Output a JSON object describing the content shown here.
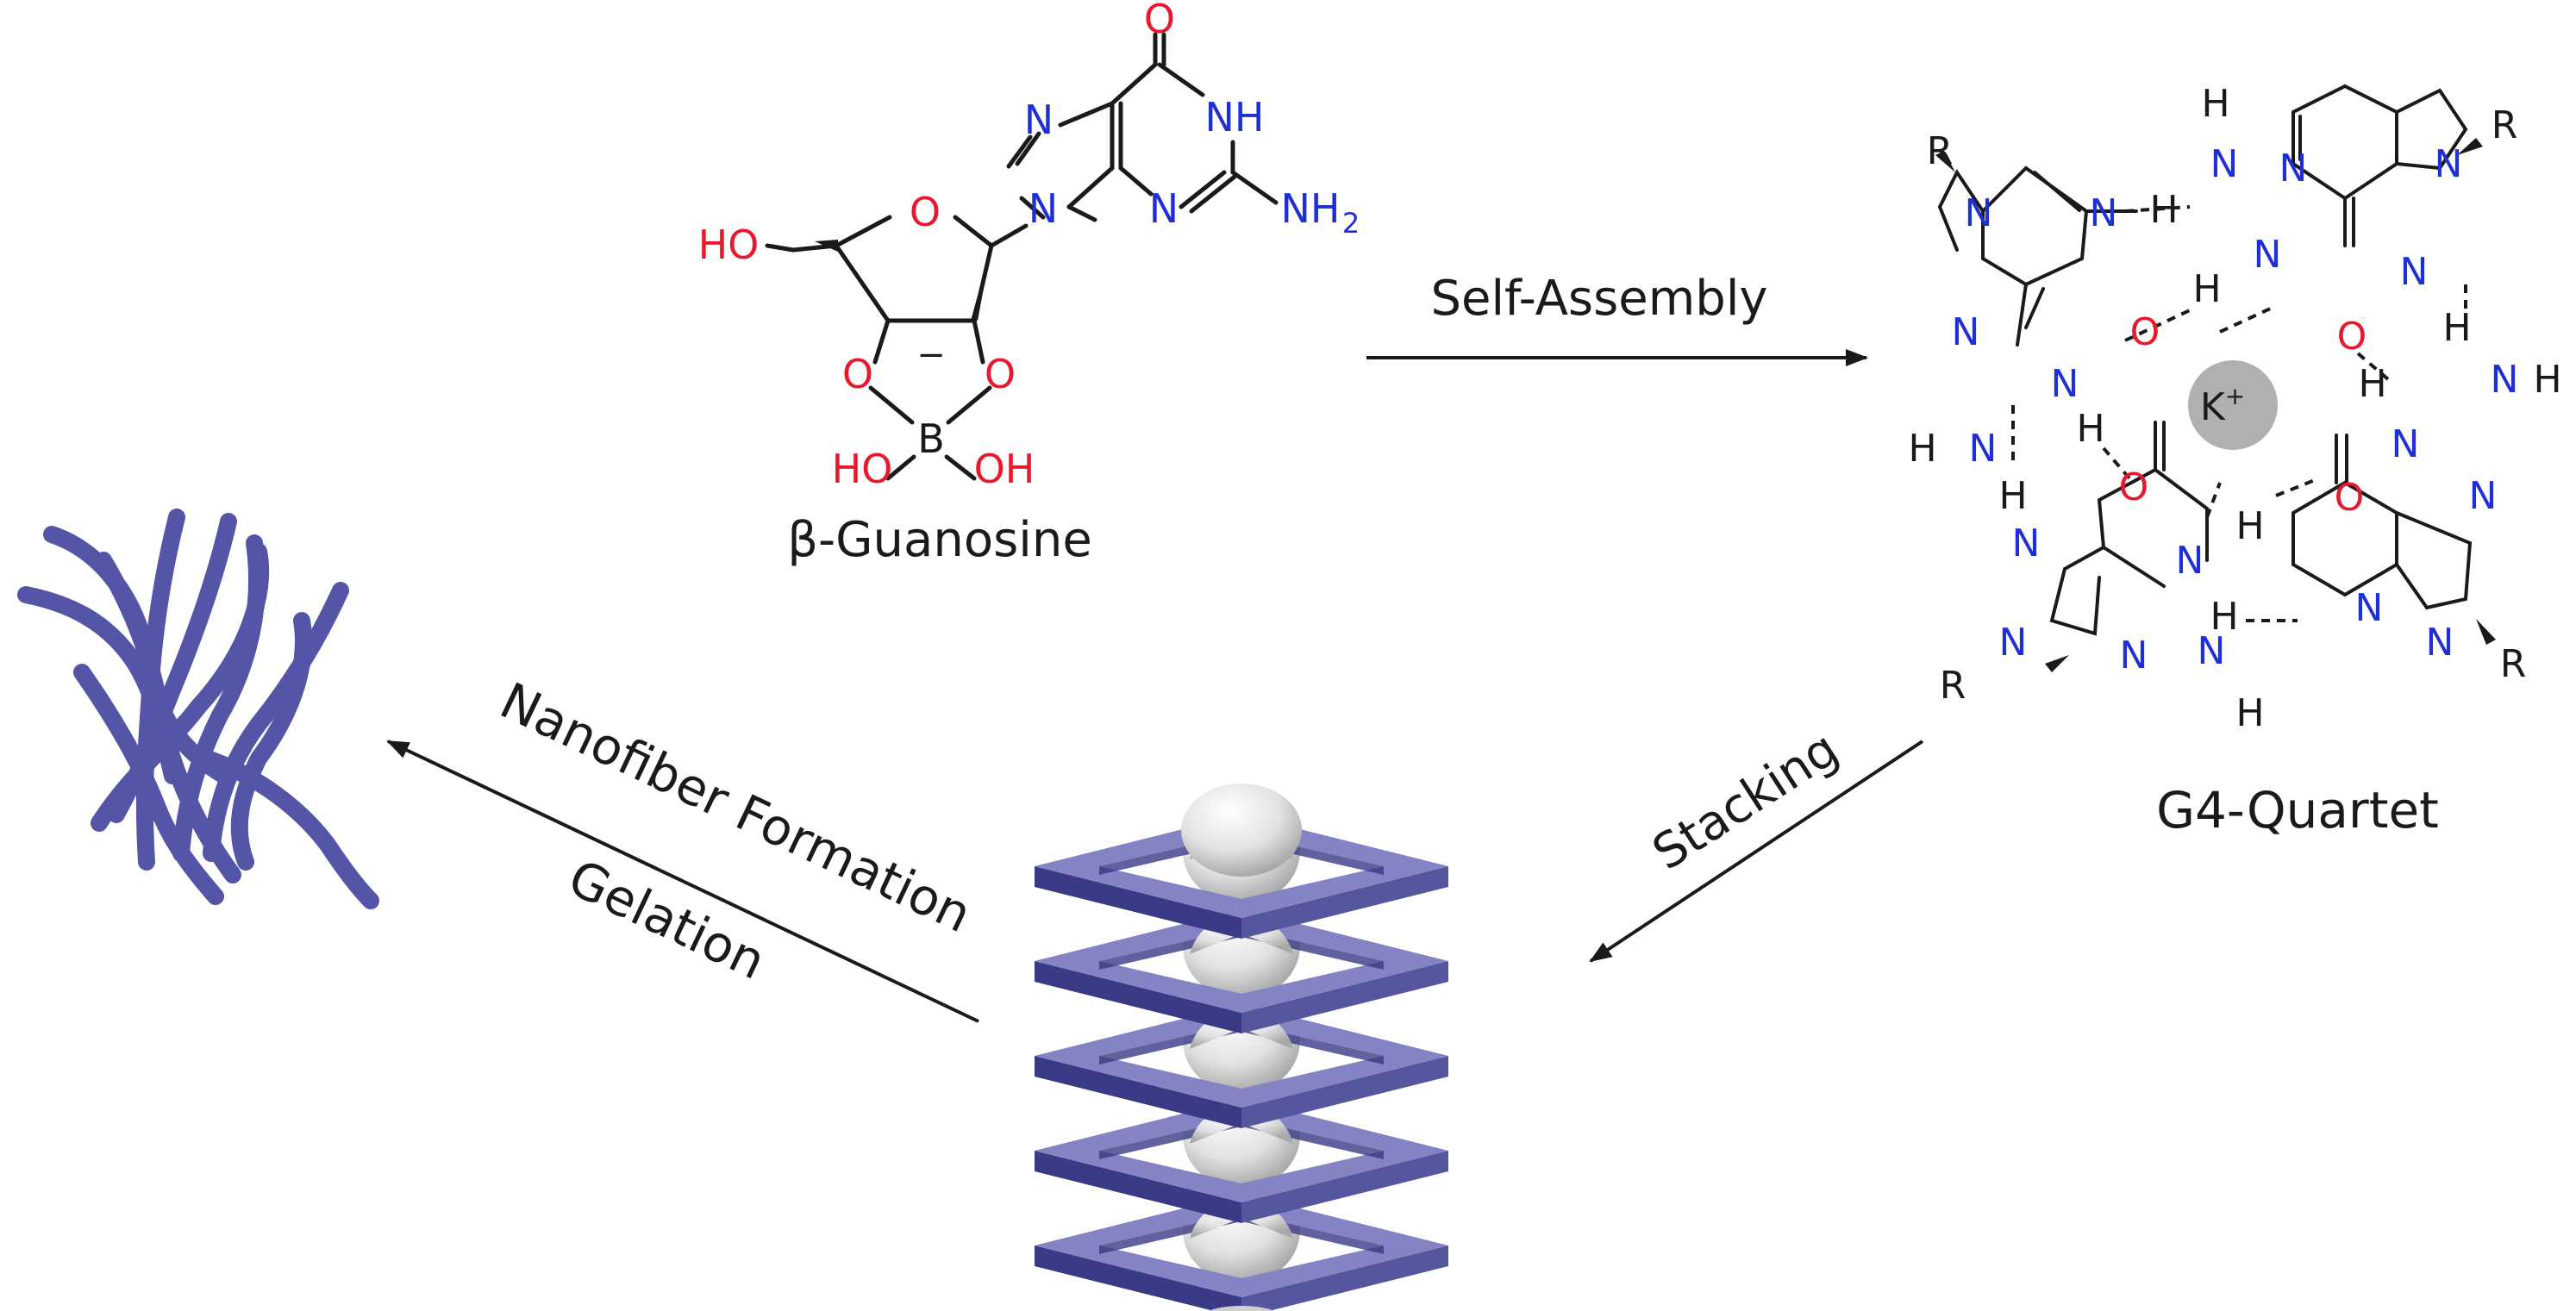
{
  "labels": {
    "guanosine": "β-Guanosine",
    "self_assembly": "Self-Assembly",
    "quartet": "G4-Quartet",
    "stacking": "Stacking",
    "nanofiber": "Nanofiber Formation",
    "gelation": "Gelation",
    "ion": "K",
    "ion_charge": "+"
  },
  "atoms": {
    "O": "O",
    "N": "N",
    "NH": "NH",
    "NH2": "NH",
    "sub2": "2",
    "HO": "HO",
    "OH": "OH",
    "B": "B",
    "minus": "−",
    "H": "H",
    "R": "R"
  },
  "colors": {
    "black": "#1a1a1a",
    "oxygen": "#e8192c",
    "nitrogen": "#1f2fd6",
    "fiber": "#5555a8",
    "ring_dark": "#3a3a86",
    "ring_mid": "#56569e",
    "ring_light": "#8484c4",
    "ion": "#b0b0b0",
    "sphere": "#e9e9e9"
  },
  "stack": {
    "layers": 5
  }
}
